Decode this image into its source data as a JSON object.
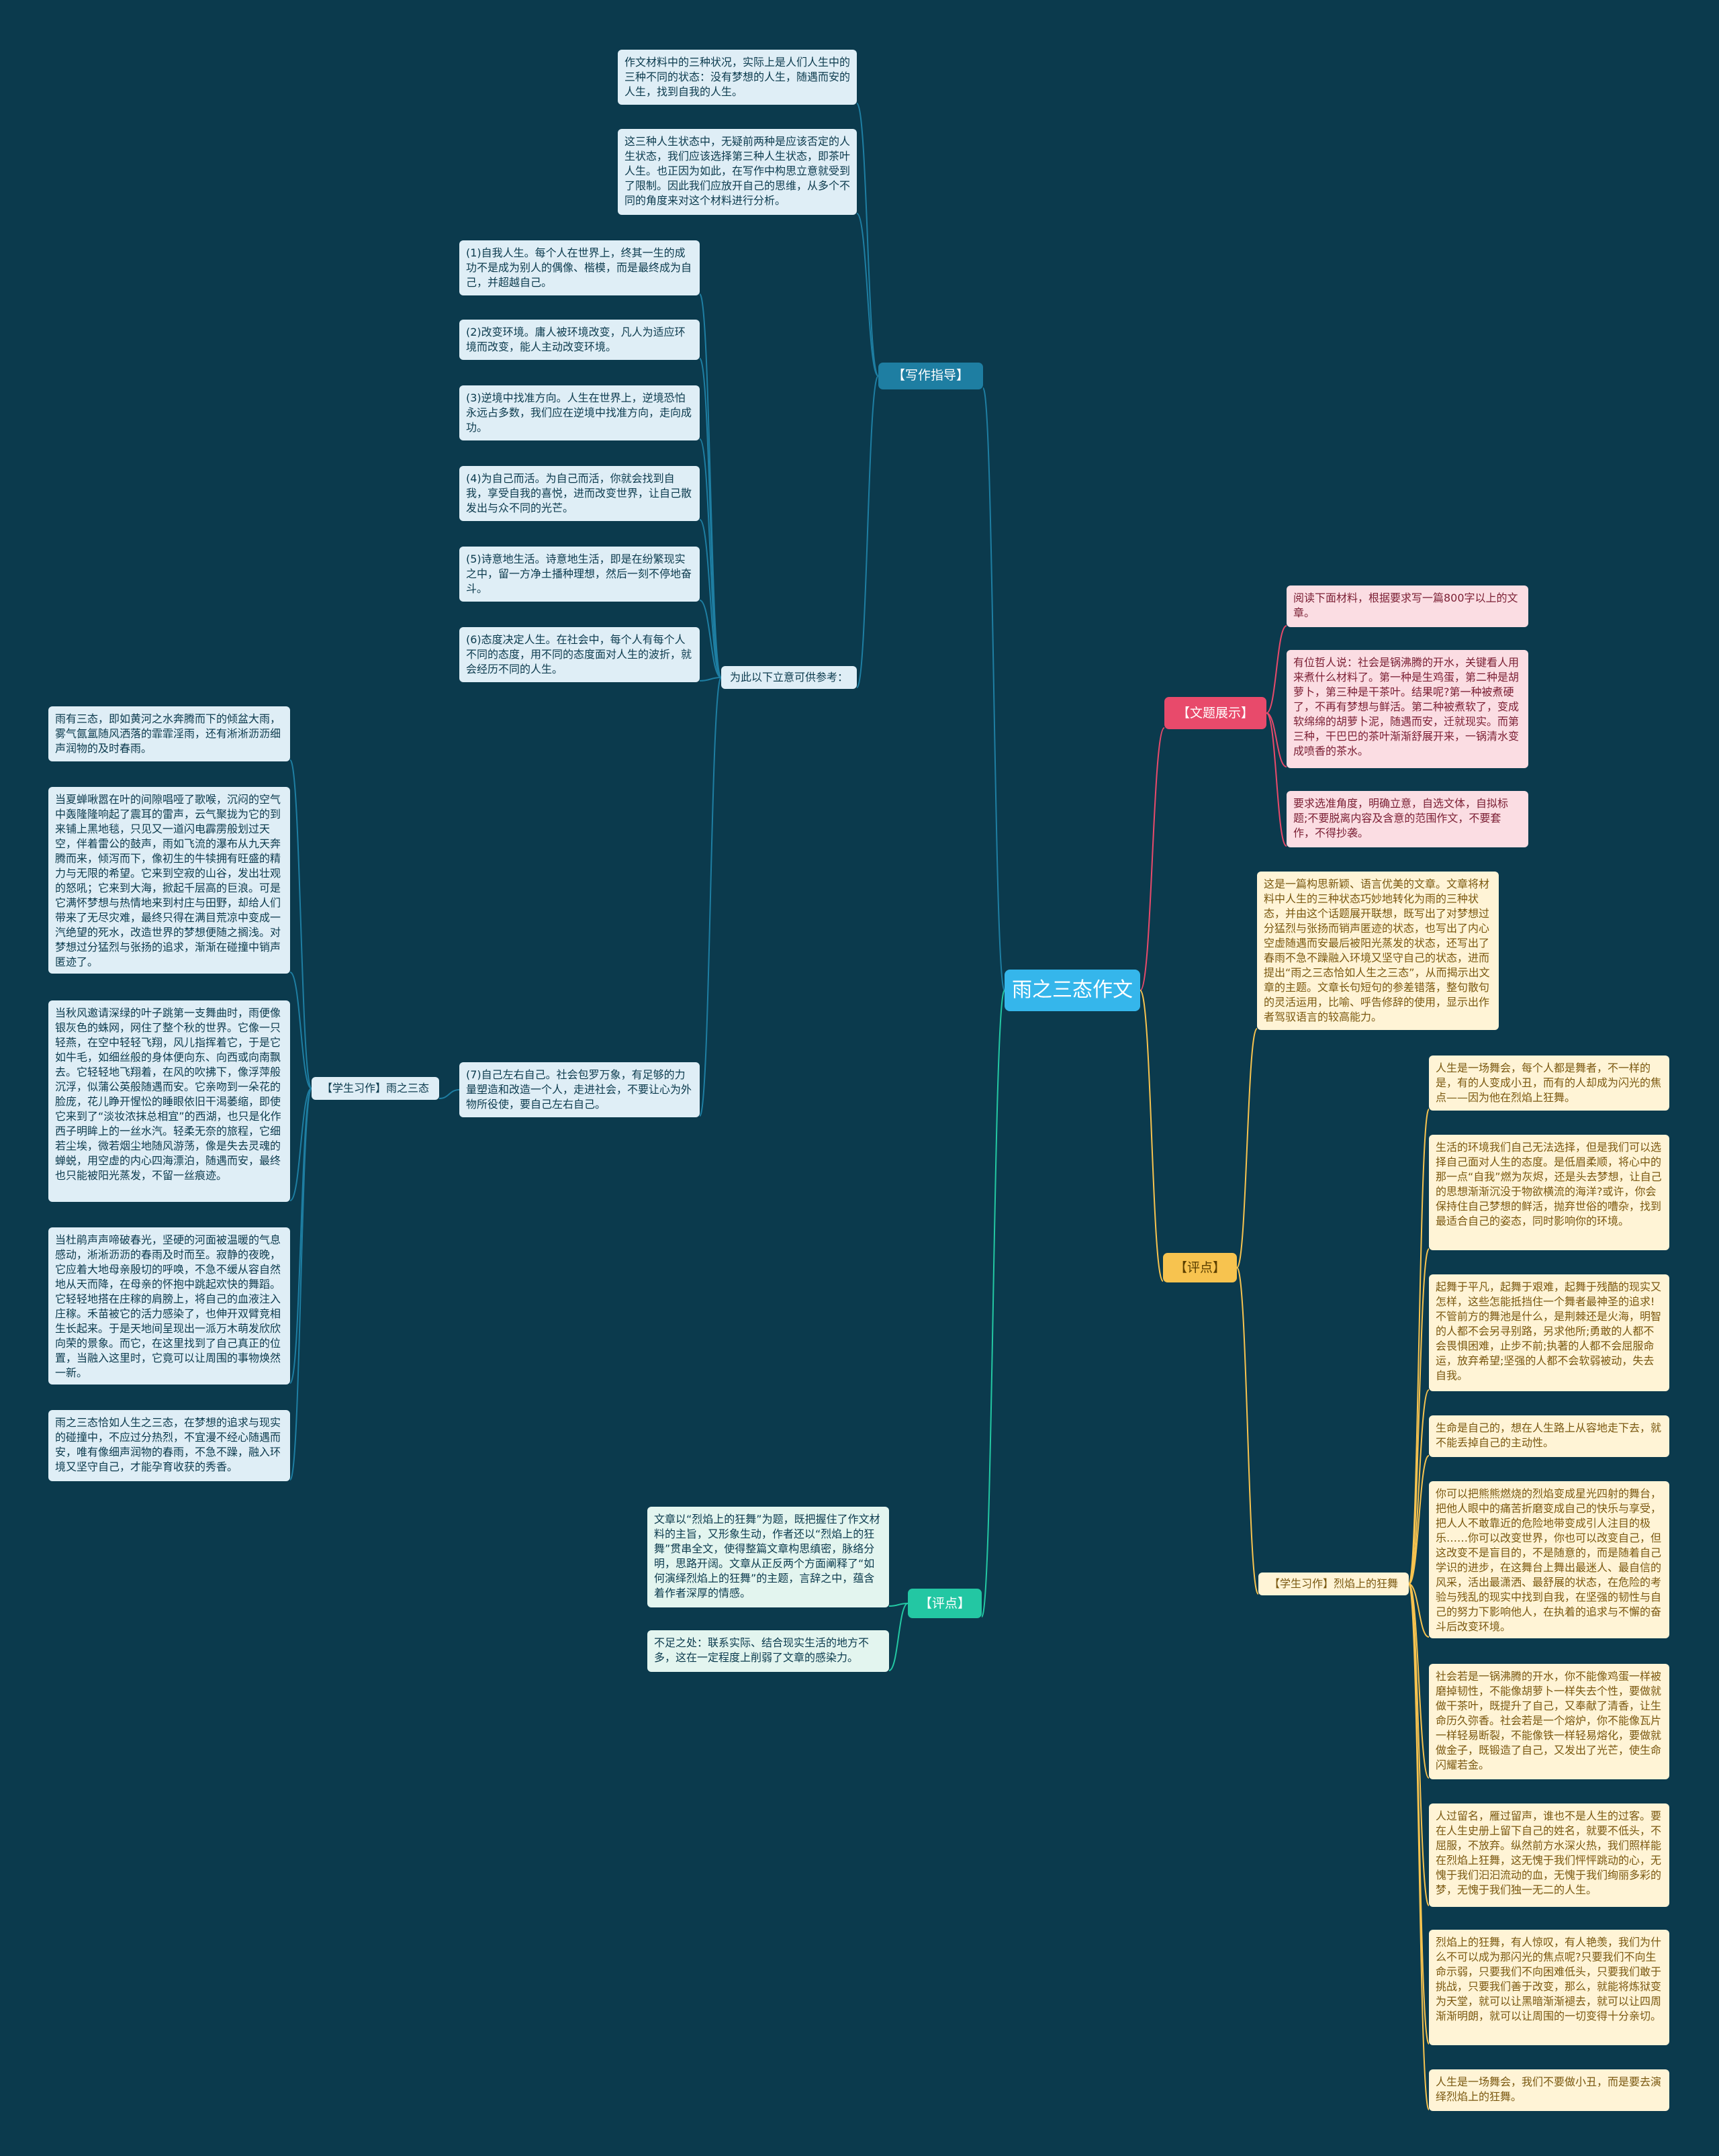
{
  "root": {
    "label": "雨之三态作文"
  },
  "branches": {
    "guide": "【写作指导】",
    "topic": "【文题展示】",
    "review": "【评点】",
    "comment": "【评点】"
  },
  "guide": {
    "note1": "作文材料中的三种状况，实际上是人们人生中的三种不同的状态：没有梦想的人生，随遇而安的人生，找到自我的人生。",
    "note2": "这三种人生状态中，无疑前两种是应该否定的人生状态，我们应该选择第三种人生状态，即茶叶人生。也正因为如此，在写作中构思立意就受到了限制。因此我们应放开自己的思维，从多个不同的角度来对这个材料进行分析。",
    "ideas_label": "为此以下立意可供参考：",
    "ideas": [
      "(1)自我人生。每个人在世界上，终其一生的成功不是成为别人的偶像、楷模，而是最终成为自己，并超越自己。",
      "(2)改变环境。庸人被环境改变，凡人为适应环境而改变，能人主动改变环境。",
      "(3)逆境中找准方向。人生在世界上，逆境恐怕永远占多数，我们应在逆境中找准方向，走向成功。",
      "(4)为自己而活。为自己而活，你就会找到自我，享受自我的喜悦，进而改变世界，让自己散发出与众不同的光芒。",
      "(5)诗意地生活。诗意地生活，即是在纷繁现实之中，留一方净土播种理想，然后一刻不停地奋斗。",
      "(6)态度决定人生。在社会中，每个人有每个人不同的态度，用不同的态度面对人生的波折，就会经历不同的人生。",
      "(7)自己左右自己。社会包罗万象，有足够的力量塑造和改造一个人，走进社会，不要让心为外物所役使，要自己左右自己。"
    ]
  },
  "student_essay1": {
    "label": "【学生习作】雨之三态",
    "paragraphs": [
      "雨有三态，即如黄河之水奔腾而下的倾盆大雨，雾气氤氲随风洒落的霏霏淫雨，还有淅淅沥沥细声润物的及时春雨。",
      "当夏蝉啾嚣在叶的间隙唱哑了歌喉，沉闷的空气中轰隆隆响起了震耳的雷声，云气聚拢为它的到来铺上黑地毯，只见又一道闪电霹雳般划过天空，伴着雷公的鼓声，雨如飞流的瀑布从九天奔腾而来，倾泻而下，像初生的牛犊拥有旺盛的精力与无限的希望。它来到空寂的山谷，发出壮观的怒吼；它来到大海，掀起千层高的巨浪。可是它满怀梦想与热情地来到村庄与田野，却给人们带来了无尽灾难，最终只得在满目荒凉中变成一汽绝望的死水，改造世界的梦想便随之搁浅。对梦想过分猛烈与张扬的追求，渐渐在碰撞中销声匿迹了。",
      "当秋风邀请深绿的叶子跳第一支舞曲时，雨便像银灰色的蛛网，网住了整个秋的世界。它像一只轻燕，在空中轻轻飞翔，风儿指挥着它，于是它如牛毛，如细丝般的身体便向东、向西或向南飘去。它轻轻地飞翔着，在风的吹拂下，像浮萍般沉浮，似蒲公英般随遇而安。它亲吻到一朵花的脸庞，花儿睁开惺忪的睡眼依旧干渴萎缩，即使它来到了“淡妆浓抹总相宜”的西湖，也只是化作西子明眸上的一丝水汽。轻柔无奈的旅程，它细若尘埃，微若烟尘地随风游荡，像是失去灵魂的蝉蜕，用空虚的内心四海漂泊，随遇而安，最终也只能被阳光蒸发，不留一丝痕迹。",
      "当杜鹃声声啼破春光，坚硬的河面被温暖的气息感动，淅淅沥沥的春雨及时而至。寂静的夜晚，它应着大地母亲殷切的呼唤，不急不缓从容自然地从天而降，在母亲的怀抱中跳起欢快的舞蹈。它轻轻地搭在庄稼的肩膀上，将自己的血液注入庄稼。禾苗被它的活力感染了，也伸开双臂竞相生长起来。于是天地间呈现出一派万木萌发欣欣向荣的景象。而它，在这里找到了自己真正的位置，当融入这里时，它竟可以让周围的事物焕然一新。",
      "雨之三态恰如人生之三态，在梦想的追求与现实的碰撞中，不应过分热烈，不宜漫不经心随遇而安，唯有像细声润物的春雨，不急不躁，融入环境又坚守自己，才能孕育收获的秀香。"
    ]
  },
  "topic": {
    "items": [
      "阅读下面材料，根据要求写一篇800字以上的文章。",
      "有位哲人说：社会是锅沸腾的开水，关键看人用来煮什么材料了。第一种是生鸡蛋，第二种是胡萝卜，第三种是干茶叶。结果呢?第一种被煮硬了，不再有梦想与鲜活。第二种被煮软了，变成软绵绵的胡萝卜泥，随遇而安，迁就现实。而第三种，干巴巴的茶叶渐渐舒展开来，一锅清水变成喷香的茶水。",
      "要求选准角度，明确立意，自选文体，自拟标题;不要脱离内容及含意的范围作文，不要套作，不得抄袭。"
    ]
  },
  "review1": "这是一篇构思新颖、语言优美的文章。文章将材料中人生的三种状态巧妙地转化为雨的三种状态，并由这个话题展开联想，既写出了对梦想过分猛烈与张扬而销声匿迹的状态，也写出了内心空虚随遇而安最后被阳光蒸发的状态，还写出了春雨不急不躁融入环境又坚守自己的状态，进而提出“雨之三态恰如人生之三态”，从而揭示出文章的主题。文章长句短句的参差错落，整句散句的灵活运用，比喻、呼告修辞的使用，显示出作者驾驭语言的较高能力。",
  "student_essay2": {
    "label": "【学生习作】烈焰上的狂舞",
    "paragraphs": [
      "人生是一场舞会，每个人都是舞者，不一样的是，有的人变成小丑，而有的人却成为闪光的焦点——因为他在烈焰上狂舞。",
      "生活的环境我们自己无法选择，但是我们可以选择自己面对人生的态度。是低眉柔顺，将心中的那一点“自我”燃为灰烬，还是头去梦想，让自己的思想渐渐沉没于物欲横流的海洋?或许，你会保持住自己梦想的鲜活，抛弃世俗的嘈杂，找到最适合自己的姿态，同时影响你的环境。",
      "起舞于平凡，起舞于艰难，起舞于残酷的现实又怎样，这些怎能抵挡住一个舞者最神圣的追求!不管前方的舞池是什么，是荆棘还是火海，明智的人都不会另寻别路，另求他所;勇敢的人都不会畏惧困难，止步不前;执著的人都不会屈服命运，放弃希望;坚强的人都不会软弱被动，失去自我。",
      "生命是自己的，想在人生路上从容地走下去，就不能丢掉自己的主动性。",
      "你可以把熊熊燃烧的烈焰变成星光四射的舞台，把他人眼中的痛苦折磨变成自己的快乐与享受，把人人不敢靠近的危险地带变成引人注目的极乐……你可以改变世界，你也可以改变自己，但这改变不是盲目的，不是随意的，而是随着自己学识的进步，在这舞台上舞出最迷人、最自信的风采，活出最潇洒、最舒展的状态，在危险的考验与残乱的现实中找到自我，在坚强的韧性与自己的努力下影响他人，在执着的追求与不懈的奋斗后改变环境。",
      "社会若是一锅沸腾的开水，你不能像鸡蛋一样被磨掉韧性，不能像胡萝卜一样失去个性，要做就做干茶叶，既提升了自己，又奉献了清香，让生命历久弥香。社会若是一个熔炉，你不能像瓦片一样轻易断裂，不能像铁一样轻易熔化，要做就做金子，既锻造了自己，又发出了光芒，使生命闪耀若金。",
      "人过留名，雁过留声，谁也不是人生的过客。要在人生史册上留下自己的姓名，就要不低头，不屈服，不放弃。纵然前方水深火热，我们照样能在烈焰上狂舞，这无愧于我们怦怦跳动的心，无愧于我们汩汩流动的血，无愧于我们绚丽多彩的梦，无愧于我们独一无二的人生。",
      "烈焰上的狂舞，有人惊叹，有人艳羡，我们为什么不可以成为那闪光的焦点呢?只要我们不向生命示弱，只要我们不向困难低头，只要我们敢于挑战，只要我们善于改变，那么，就能将炼狱变为天堂，就可以让黑暗渐渐褪去，就可以让四周渐渐明朗，就可以让周围的一切变得十分亲切。",
      "人生是一场舞会，我们不要做小丑，而是要去演绎烈焰上的狂舞。"
    ]
  },
  "review2": {
    "items": [
      "文章以“烈焰上的狂舞”为题，既把握住了作文材料的主旨，又形象生动，作者还以“烈焰上的狂舞”贯串全文，使得整篇文章构思缜密，脉络分明，思路开阔。文章从正反两个方面阐释了“如何演绎烈焰上的狂舞”的主题，言辞之中，蕴含着作者深厚的情感。",
      "不足之处：联系实际、结合现实生活的地方不多，这在一定程度上削弱了文章的感染力。"
    ]
  },
  "colors": {
    "background": "#0b3a4d",
    "root": "#35b6eb",
    "guide": "#1e7ea2",
    "topic": "#e84a6b",
    "review": "#f7c34f",
    "comment": "#23c7a3"
  }
}
